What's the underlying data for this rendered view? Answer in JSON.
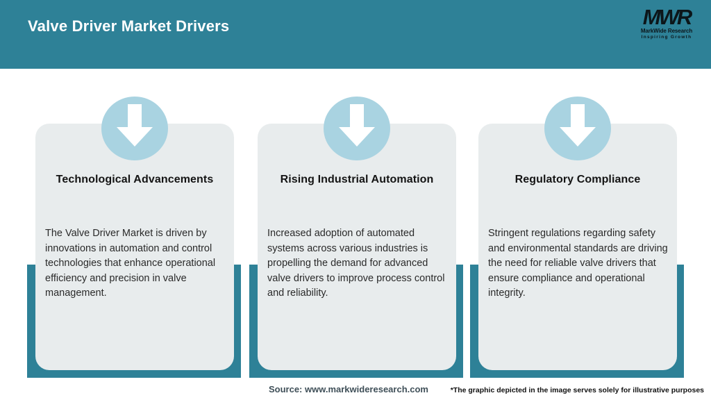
{
  "header": {
    "title": "Valve Driver Market Drivers",
    "logo": {
      "acronym": "MWR",
      "name": "MarkWide Research",
      "tagline": "Inspiring Growth"
    }
  },
  "cards": [
    {
      "icon": "down-arrow-icon",
      "title": "Technological Advancements",
      "body": "The Valve Driver Market is driven by innovations in automation and control technologies that enhance operational efficiency and precision in valve management."
    },
    {
      "icon": "down-arrow-icon",
      "title": "Rising Industrial Automation",
      "body": "Increased adoption of automated systems across various industries is propelling the demand for advanced valve drivers to improve process control and reliability."
    },
    {
      "icon": "down-arrow-icon",
      "title": "Regulatory Compliance",
      "body": "Stringent regulations regarding safety and environmental standards are driving the need for reliable valve drivers that ensure compliance and operational integrity."
    }
  ],
  "footer": {
    "source": "Source: www.markwideresearch.com",
    "disclaimer": "*The graphic depicted in the image serves solely for illustrative purposes"
  },
  "colors": {
    "header_teal": "#2e8197",
    "band_teal": "#2e8197",
    "card_bg": "#e8eced",
    "circle_blue": "#a9d3e1",
    "arrow_white": "#ffffff",
    "title_white": "#ffffff",
    "logo_black": "#0c161a"
  }
}
